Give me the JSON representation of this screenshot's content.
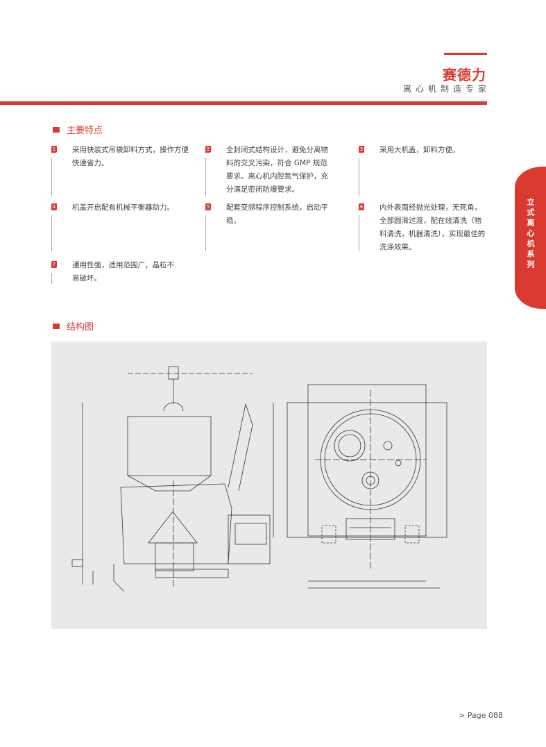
{
  "header": {
    "brand": "赛德力",
    "slogan": "离心机制造专家"
  },
  "side_tab": "立式离心机系列",
  "features_section": {
    "title": "主要特点",
    "items": [
      {
        "num": "1",
        "text": "采用快装式吊袋卸料方式，操作方便快速省力。"
      },
      {
        "num": "2",
        "text": "全封闭式结构设计，避免分离物料的交叉污染，符合 GMP 规范要求。离心机内腔氮气保护，充分满足密闭防爆要求。"
      },
      {
        "num": "3",
        "text": "采用大机盖，卸料方便。"
      },
      {
        "num": "4",
        "text": "机盖开启配有机械平衡器助力。"
      },
      {
        "num": "5",
        "text": "配套变频程序控制系统，启动平稳。"
      },
      {
        "num": "6",
        "text": "内外表面经抛光处理，无死角，全部圆滑过渡，配在线清洗（物料清洗，机器清洗），实现最佳的洗涤效果。"
      },
      {
        "num": "7",
        "text": "通用性强，适用范围广，晶粒不易破坏。"
      }
    ]
  },
  "structure_section": {
    "title": "结构图"
  },
  "footer": {
    "page": "> Page 088"
  }
}
